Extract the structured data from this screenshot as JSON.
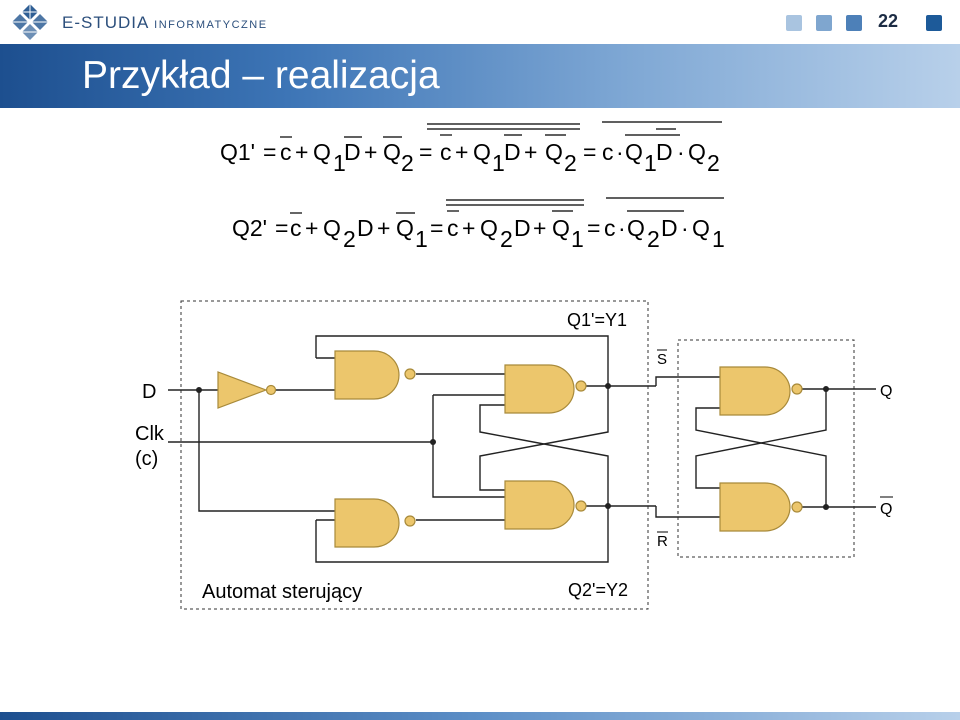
{
  "header": {
    "brand_main": "E-STUDIA",
    "brand_sub": "INFORMATYCZNE",
    "slide_number": "22",
    "logo_icon": "e-studia-logo-icon",
    "nav_squares": [
      "#a9c4e0",
      "#7fa6cf",
      "#4d80b8",
      "#1d5a99"
    ]
  },
  "slide": {
    "title": "Przykład – realizacja"
  },
  "equations": {
    "eq1": {
      "lhs": "Q1'",
      "t1": "c",
      "t2a": "Q",
      "t2s": "1",
      "t2b": "D",
      "t3": "Q",
      "t3s": "2",
      "u1": "c",
      "u2a": "Q",
      "u2s": "1",
      "u2b": "D",
      "u3": "Q",
      "u3s": "2",
      "v1": "c",
      "v2": "Q",
      "v2s": "1",
      "v3": "D",
      "v4": "Q",
      "v4s": "2"
    },
    "eq2": {
      "lhs": "Q2'",
      "t1": "c",
      "t2a": "Q",
      "t2s": "2",
      "t2b": "D",
      "t3": "Q",
      "t3s": "1",
      "u1": "c",
      "u2a": "Q",
      "u2s": "2",
      "u2b": "D",
      "u3": "Q",
      "u3s": "1",
      "v1": "c",
      "v2": "Q",
      "v2s": "2",
      "v3": "D",
      "v4": "Q",
      "v4s": "1"
    }
  },
  "circuit": {
    "input_d": "D",
    "input_clk_1": "Clk",
    "input_clk_2": "(c)",
    "label_y1": "Q1'=Y1",
    "label_y2": "Q2'=Y2",
    "label_s": "S",
    "label_r": "R",
    "output_q": "Q",
    "output_qbar": "Q",
    "block_label": "Automat sterujący",
    "gate_color": "#ecc66c",
    "gate_stroke": "#a88a3a"
  }
}
